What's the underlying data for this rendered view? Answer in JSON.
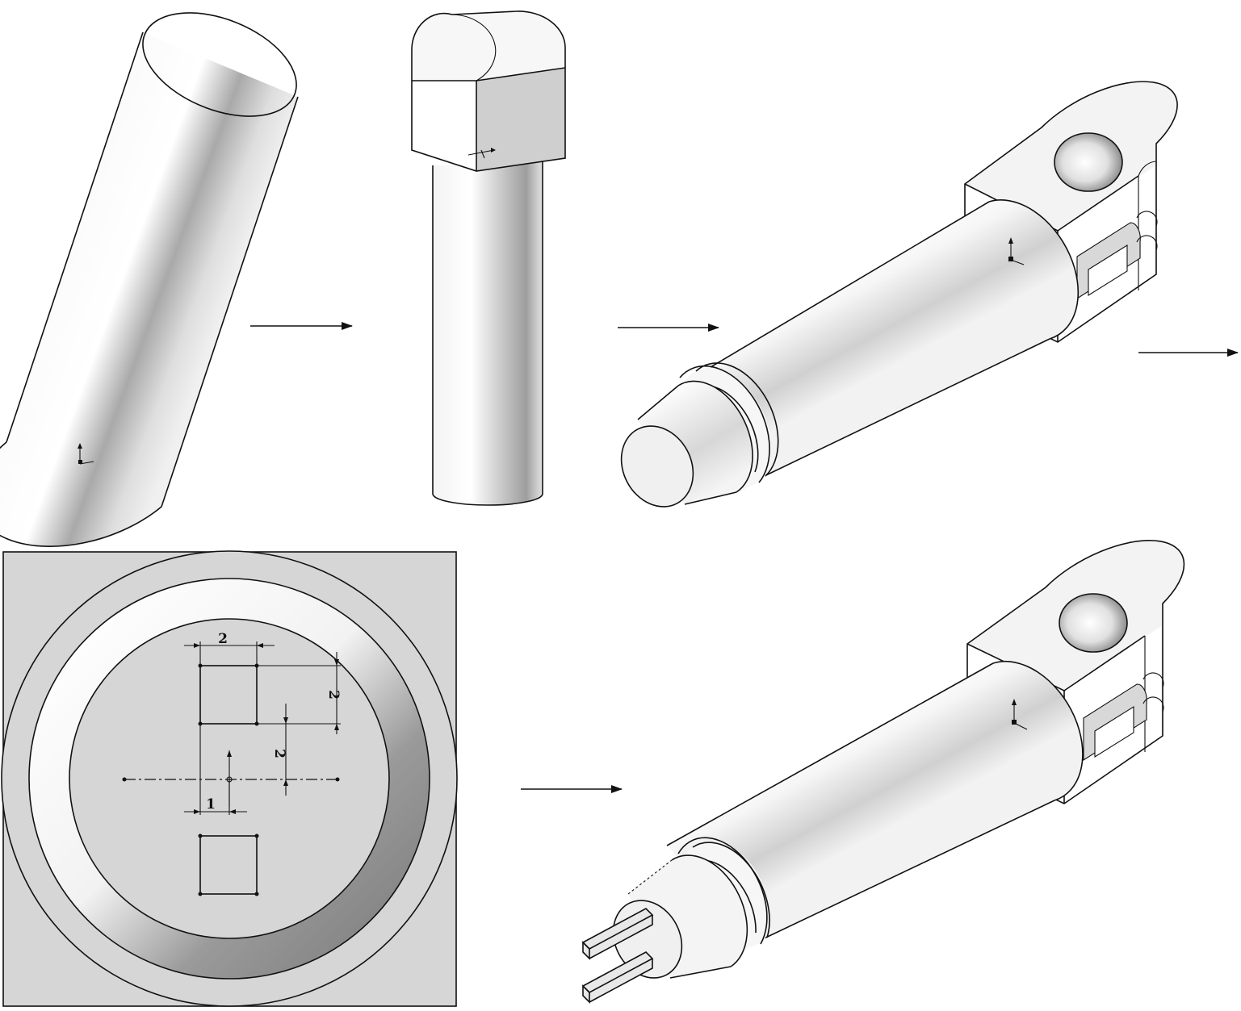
{
  "steps": [
    {
      "name": "step-1-cylinder"
    },
    {
      "name": "step-2-shaft-with-block"
    },
    {
      "name": "step-3-shaft-with-clevis"
    },
    {
      "name": "step-4-sketch-view"
    },
    {
      "name": "step-5-final-part-with-pins"
    }
  ],
  "sketch": {
    "dimensions": {
      "square_width": "2",
      "square_height": "2",
      "center_offset_vertical": "2",
      "center_offset_horizontal": "1"
    }
  },
  "colors": {
    "line": "#111111",
    "background": "#ffffff",
    "sketch_background": "#d6d6d6",
    "shade_light": "#f4f4f4",
    "shade_dark": "#8a8a8a"
  },
  "icons": [
    "arrow-right-icon",
    "coordinate-triad-icon"
  ]
}
